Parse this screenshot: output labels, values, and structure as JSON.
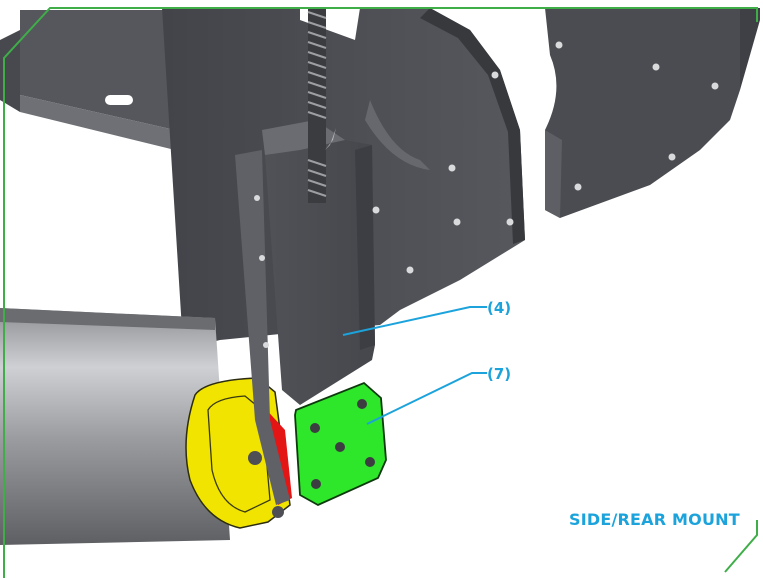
{
  "callouts": [
    {
      "id": "4",
      "text": "(4)"
    },
    {
      "id": "7",
      "text": "(7)"
    }
  ],
  "caption": "SIDE/REAR MOUNT",
  "colors": {
    "frame_green": "#3fae49",
    "callout_blue": "#1ca3dc",
    "plate_green": "#2ee62a",
    "collar_yellow": "#f0e400",
    "seal_red": "#e41515",
    "steel_dark": "#4d4f54"
  }
}
